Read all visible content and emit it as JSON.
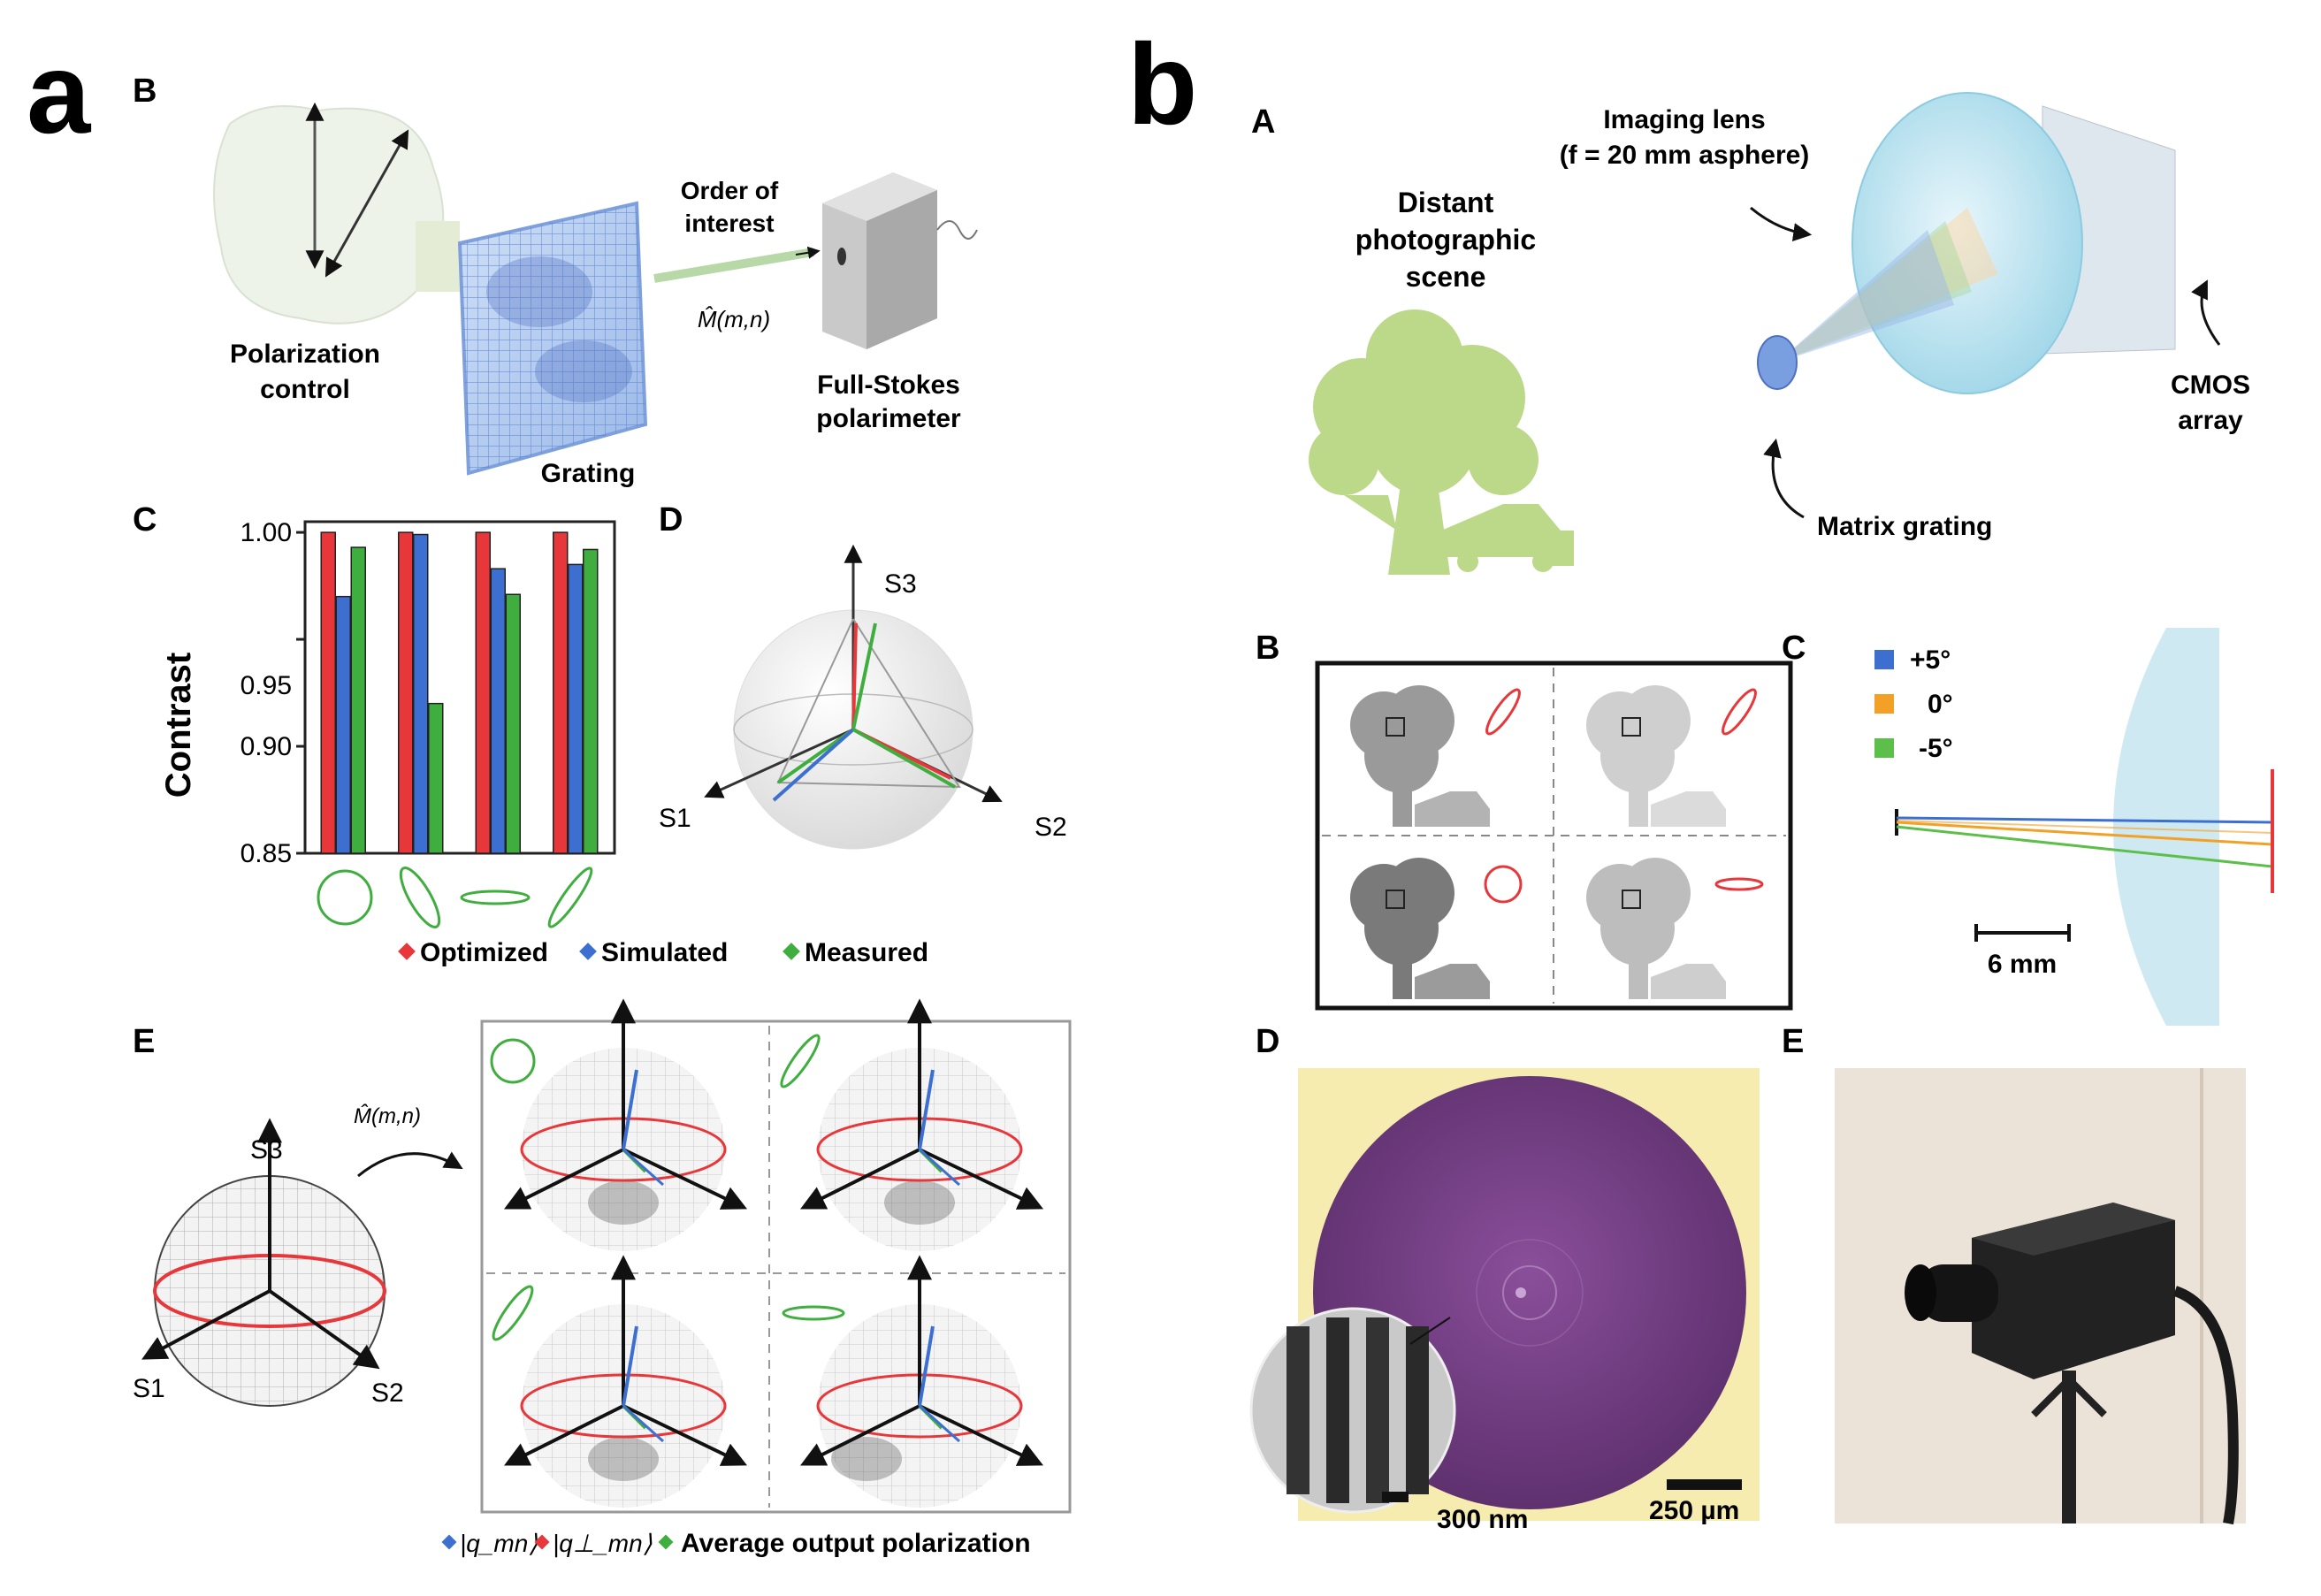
{
  "panels": {
    "a": {
      "letter": "a",
      "B": {
        "label": "B",
        "polarization_control": [
          "Polarization",
          "control"
        ],
        "grating": "Grating",
        "order_of_interest": [
          "Order of",
          "interest"
        ],
        "operator": "M̂(m,n)",
        "polarimeter": [
          "Full-Stokes",
          "polarimeter"
        ]
      },
      "C": {
        "label": "C",
        "ylabel": "Contrast",
        "yticks": [
          "1.00",
          "0.95",
          "0.90",
          "0.85"
        ],
        "legend": [
          {
            "name": "Optimized",
            "color": "#e8373a"
          },
          {
            "name": "Simulated",
            "color": "#3d6fd1"
          },
          {
            "name": "Measured",
            "color": "#3fae3f"
          }
        ]
      },
      "D": {
        "label": "D",
        "s1": "S1",
        "s2": "S2",
        "s3": "S3"
      },
      "E": {
        "label": "E",
        "s1": "S1",
        "s2": "S2",
        "s3": "S3",
        "operator": "M̂(m,n)",
        "legend": [
          {
            "name": "|q_mn⟩",
            "color": "#3d6fd1"
          },
          {
            "name": "|q⊥_mn⟩",
            "color": "#e8373a"
          },
          {
            "name": "Average output polarization",
            "color": "#3fae3f"
          }
        ]
      }
    },
    "b": {
      "letter": "b",
      "A": {
        "label": "A",
        "scene": [
          "Distant",
          "photographic",
          "scene"
        ],
        "lens": [
          "Imaging lens",
          "(f = 20 mm asphere)"
        ],
        "cmos": [
          "CMOS",
          "array"
        ],
        "matrix_grating": "Matrix grating"
      },
      "B": {
        "label": "B"
      },
      "C": {
        "label": "C",
        "legend": [
          {
            "name": "+5°",
            "color": "#3d6fd1"
          },
          {
            "name": "0°",
            "color": "#f2a126"
          },
          {
            "name": "-5°",
            "color": "#5cbf4a"
          }
        ],
        "scale": "6 mm"
      },
      "D": {
        "label": "D",
        "scale_small": "300 nm",
        "scale_large": "250 µm"
      },
      "E": {
        "label": "E"
      }
    }
  },
  "chart_data": {
    "type": "bar",
    "categories": [
      "circular",
      "elliptical",
      "horizontal",
      "diagonal"
    ],
    "series": [
      {
        "name": "Optimized",
        "values": [
          1.0,
          1.0,
          1.0,
          1.0
        ]
      },
      {
        "name": "Simulated",
        "values": [
          0.97,
          0.999,
          0.983,
          0.985
        ]
      },
      {
        "name": "Measured",
        "values": [
          0.993,
          0.92,
          0.971,
          0.992
        ]
      }
    ],
    "ylabel": "Contrast",
    "ylim": [
      0.85,
      1.005
    ],
    "yticks": [
      0.85,
      0.9,
      0.95,
      1.0
    ],
    "legend": "bottom"
  }
}
